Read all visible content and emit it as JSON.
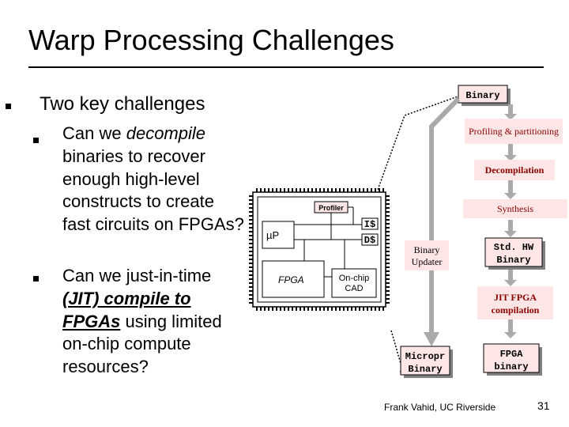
{
  "slide": {
    "title": "Warp Processing Challenges",
    "bullet_main": "Two key challenges",
    "sub1": {
      "pre": "Can we ",
      "emph": "decompile",
      "post": " binaries to recover enough high-level constructs to create fast circuits on FPGAs?"
    },
    "sub2": {
      "pre": "Can we just-in-time ",
      "emph": "(JIT) compile to FPGAs",
      "post": " using limited on-chip compute resources?"
    },
    "footer": "Frank Vahid, UC Riverside",
    "page_number": "31"
  },
  "diagram": {
    "binary": "Binary",
    "profiling": "Profiling & partitioning",
    "decompilation": "Decompilation",
    "synthesis": "Synthesis",
    "std_hw_binary": [
      "Std. HW",
      "Binary"
    ],
    "jit_fpga": [
      "JIT FPGA",
      "compilation"
    ],
    "fpga_binary": [
      "FPGA",
      "binary"
    ],
    "binary_updater": [
      "Binary",
      "Updater"
    ],
    "micropr_binary": [
      "Micropr",
      "Binary"
    ],
    "chip": {
      "profiler": "Profiler",
      "up": "µP",
      "icache": "I$",
      "dcache": "D$",
      "fpga": "FPGA",
      "onchip_cad": [
        "On-chip",
        "CAD"
      ]
    },
    "colors": {
      "accent_red": "#8b0000",
      "flow_gray": "#aaaaaa",
      "box_pink": "#ffe6e6"
    }
  }
}
